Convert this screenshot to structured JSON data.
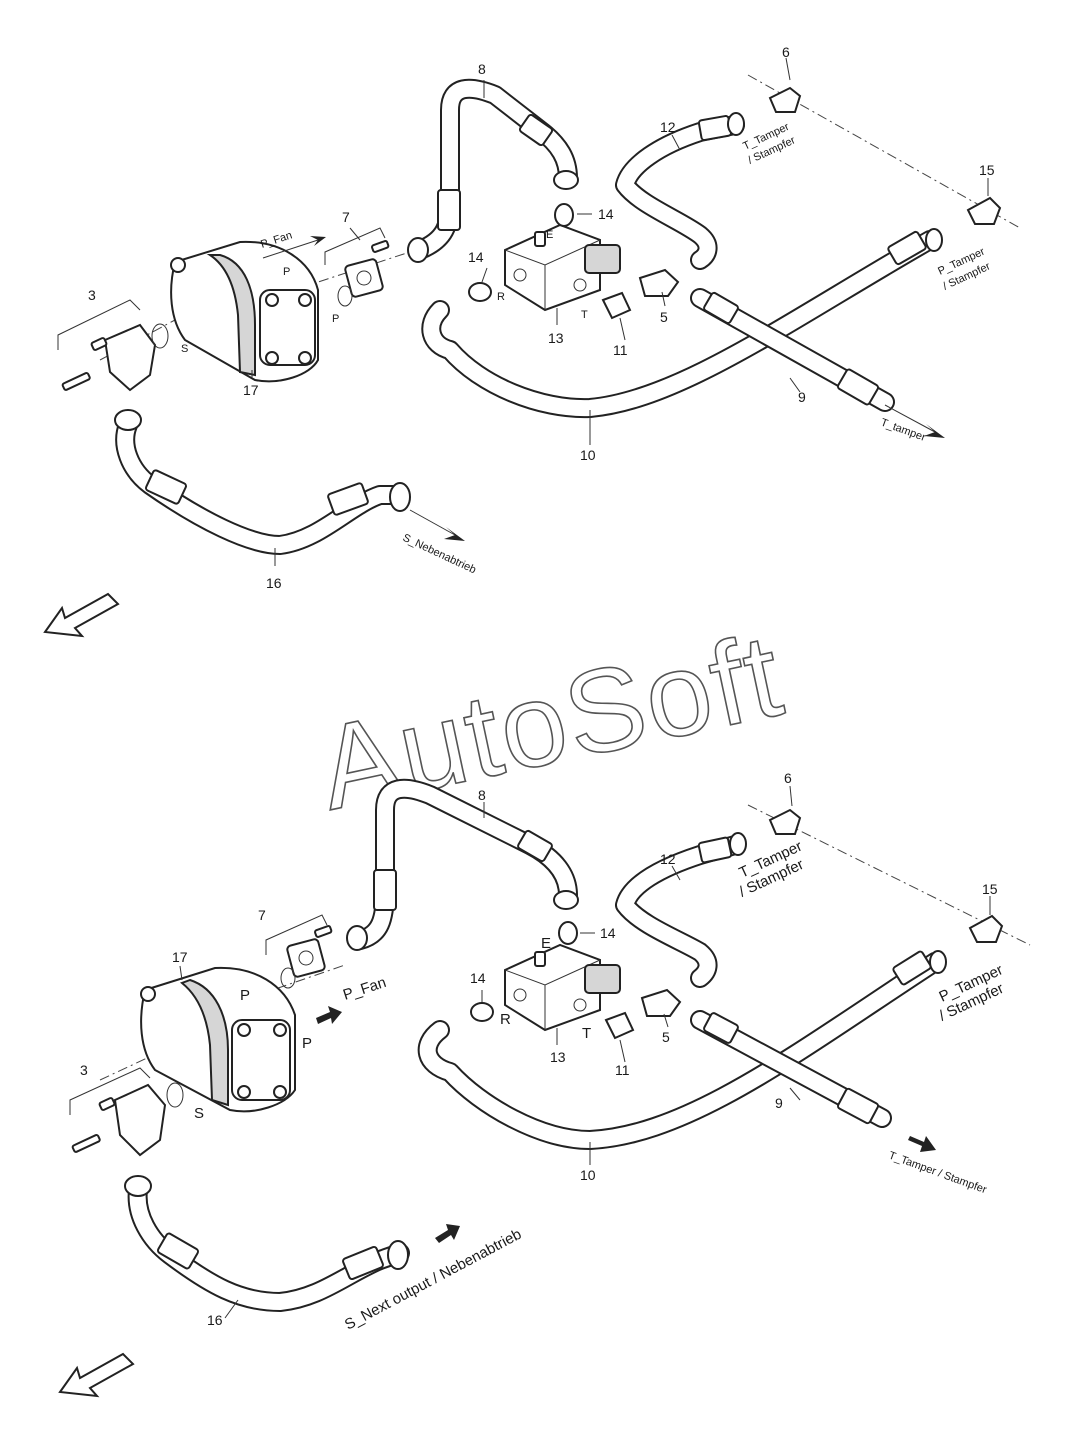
{
  "watermark": "AutoSoft",
  "top_diagram": {
    "callouts": {
      "n3": "3",
      "n5": "5",
      "n6": "6",
      "n7": "7",
      "n8": "8",
      "n9": "9",
      "n10": "10",
      "n11": "11",
      "n12": "12",
      "n13": "13",
      "n14a": "14",
      "n14b": "14",
      "n15": "15",
      "n16": "16",
      "n17": "17"
    },
    "ports": {
      "p1": "P",
      "p2": "P",
      "s": "S",
      "e": "E",
      "r": "R",
      "t": "T"
    },
    "flow_labels": {
      "p_fan": "P_Fan",
      "t_tamper": "T_tamper",
      "s_nebenabtrieb": "S_Nebenabtrieb",
      "t_tamper_stampfer": [
        "T_Tamper",
        "/ Stampfer"
      ],
      "p_tamper_stampfer": [
        "P_Tamper",
        "/ Stampfer"
      ]
    }
  },
  "bottom_diagram": {
    "callouts": {
      "n3": "3",
      "n5": "5",
      "n6": "6",
      "n7": "7",
      "n8": "8",
      "n9": "9",
      "n10": "10",
      "n11": "11",
      "n12": "12",
      "n13": "13",
      "n14a": "14",
      "n14b": "14",
      "n15": "15",
      "n16": "16",
      "n17": "17"
    },
    "ports": {
      "p1": "P",
      "p2": "P",
      "s": "S",
      "e": "E",
      "r": "R",
      "t": "T"
    },
    "flow_labels": {
      "p_fan": "P_Fan",
      "t_tamper": "T_Tamper / Stampfer",
      "s_next": "S_Next output / Nebenabtrieb",
      "t_tamper_stampfer": [
        "T_Tamper",
        "/ Stampfer"
      ],
      "p_tamper_stampfer": [
        "P_Tamper",
        "/ Stampfer"
      ]
    }
  }
}
